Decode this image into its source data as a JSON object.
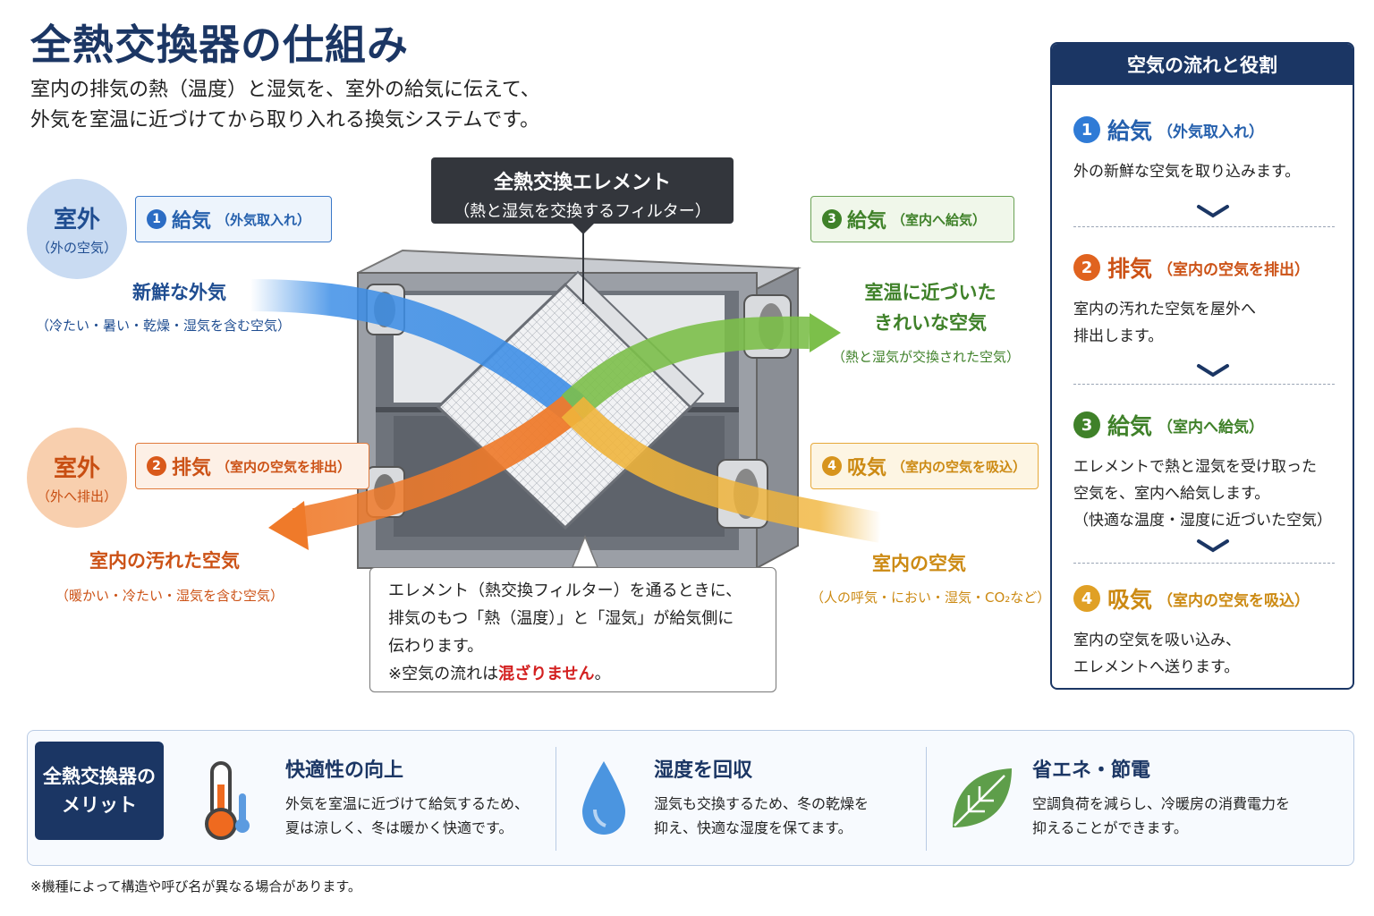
{
  "header": {
    "title": "全熱交換器の仕組み",
    "subtitle_line1": "室内の排気の熱（温度）と湿気を、室外の給気に伝えて、",
    "subtitle_line2": "外気を室温に近づけてから取り入れる換気システムです。"
  },
  "diagram": {
    "outdoor_supply": {
      "big": "室外",
      "small": "（外の空気）"
    },
    "outdoor_exhaust": {
      "big": "室外",
      "small": "（外へ排出）"
    },
    "tag1": {
      "num": "1",
      "main": "給気",
      "sub": "（外気取入れ）"
    },
    "tag2": {
      "num": "2",
      "main": "排気",
      "sub": "（室内の空気を排出）"
    },
    "tag3": {
      "num": "3",
      "main": "給気",
      "sub": "（室内へ給気）"
    },
    "tag4": {
      "num": "4",
      "main": "吸気",
      "sub": "（室内の空気を吸込）"
    },
    "fresh_air": {
      "label": "新鮮な外気",
      "sub": "（冷たい・暑い・乾燥・湿気を含む空気）"
    },
    "dirty_air": {
      "label": "室内の汚れた空気",
      "sub": "（暖かい・冷たい・湿気を含む空気）"
    },
    "clean_air": {
      "label_line1": "室温に近づいた",
      "label_line2": "きれいな空気",
      "sub": "（熱と湿気が交換された空気）"
    },
    "room_air": {
      "label": "室内の空気",
      "sub": "（人の呼気・におい・湿気・CO₂など）"
    },
    "element": {
      "line1": "全熱交換エレメント",
      "line2": "（熱と湿気を交換するフィルター）"
    },
    "note": {
      "line1": "エレメント（熱交換フィルター）を通るときに、",
      "line2": "排気のもつ「熱（温度）」と「湿気」が給気側に",
      "line3": "伝わります。",
      "line4_pre": "※空気の流れは",
      "line4_red": "混ざりません",
      "line4_post": "。"
    }
  },
  "panel": {
    "title": "空気の流れと役割",
    "items": [
      {
        "num": "1",
        "main": "給気",
        "sub": "（外気取入れ）",
        "desc": [
          "外の新鮮な空気を取り込みます。"
        ],
        "color": "#2560ad",
        "numColor": "#2f7bd6"
      },
      {
        "num": "2",
        "main": "排気",
        "sub": "（室内の空気を排出）",
        "desc": [
          "室内の汚れた空気を屋外へ",
          "排出します。"
        ],
        "color": "#cc5216",
        "numColor": "#e0631f"
      },
      {
        "num": "3",
        "main": "給気",
        "sub": "（室内へ給気）",
        "desc": [
          "エレメントで熱と湿気を受け取った",
          "空気を、室内へ給気します。",
          "（快適な温度・湿度に近づいた空気）"
        ],
        "color": "#3f8129",
        "numColor": "#3f8129"
      },
      {
        "num": "4",
        "main": "吸気",
        "sub": "（室内の空気を吸込）",
        "desc": [
          "室内の空気を吸い込み、",
          "エレメントへ送ります。"
        ],
        "color": "#cc8a13",
        "numColor": "#e0a025"
      }
    ]
  },
  "merits": {
    "title_line1": "全熱交換器の",
    "title_line2": "メリット",
    "items": [
      {
        "icon": "thermometer-icon",
        "title": "快適性の向上",
        "desc1": "外気を室温に近づけて給気するため、",
        "desc2": "夏は涼しく、冬は暖かく快適です。"
      },
      {
        "icon": "water-drop-icon",
        "title": "湿度を回収",
        "desc1": "湿気も交換するため、冬の乾燥を",
        "desc2": "抑え、快適な湿度を保てます。"
      },
      {
        "icon": "leaf-icon",
        "title": "省エネ・節電",
        "desc1": "空調負荷を減らし、冷暖房の消費電力を",
        "desc2": "抑えることができます。"
      }
    ]
  },
  "footnote": "※機種によって構造や呼び名が異なる場合があります。",
  "colors": {
    "navy": "#1b3664",
    "blue": "#3d8ee6",
    "orange": "#ef7a2a",
    "green": "#7cbf4a",
    "yellow": "#f0b43a"
  }
}
